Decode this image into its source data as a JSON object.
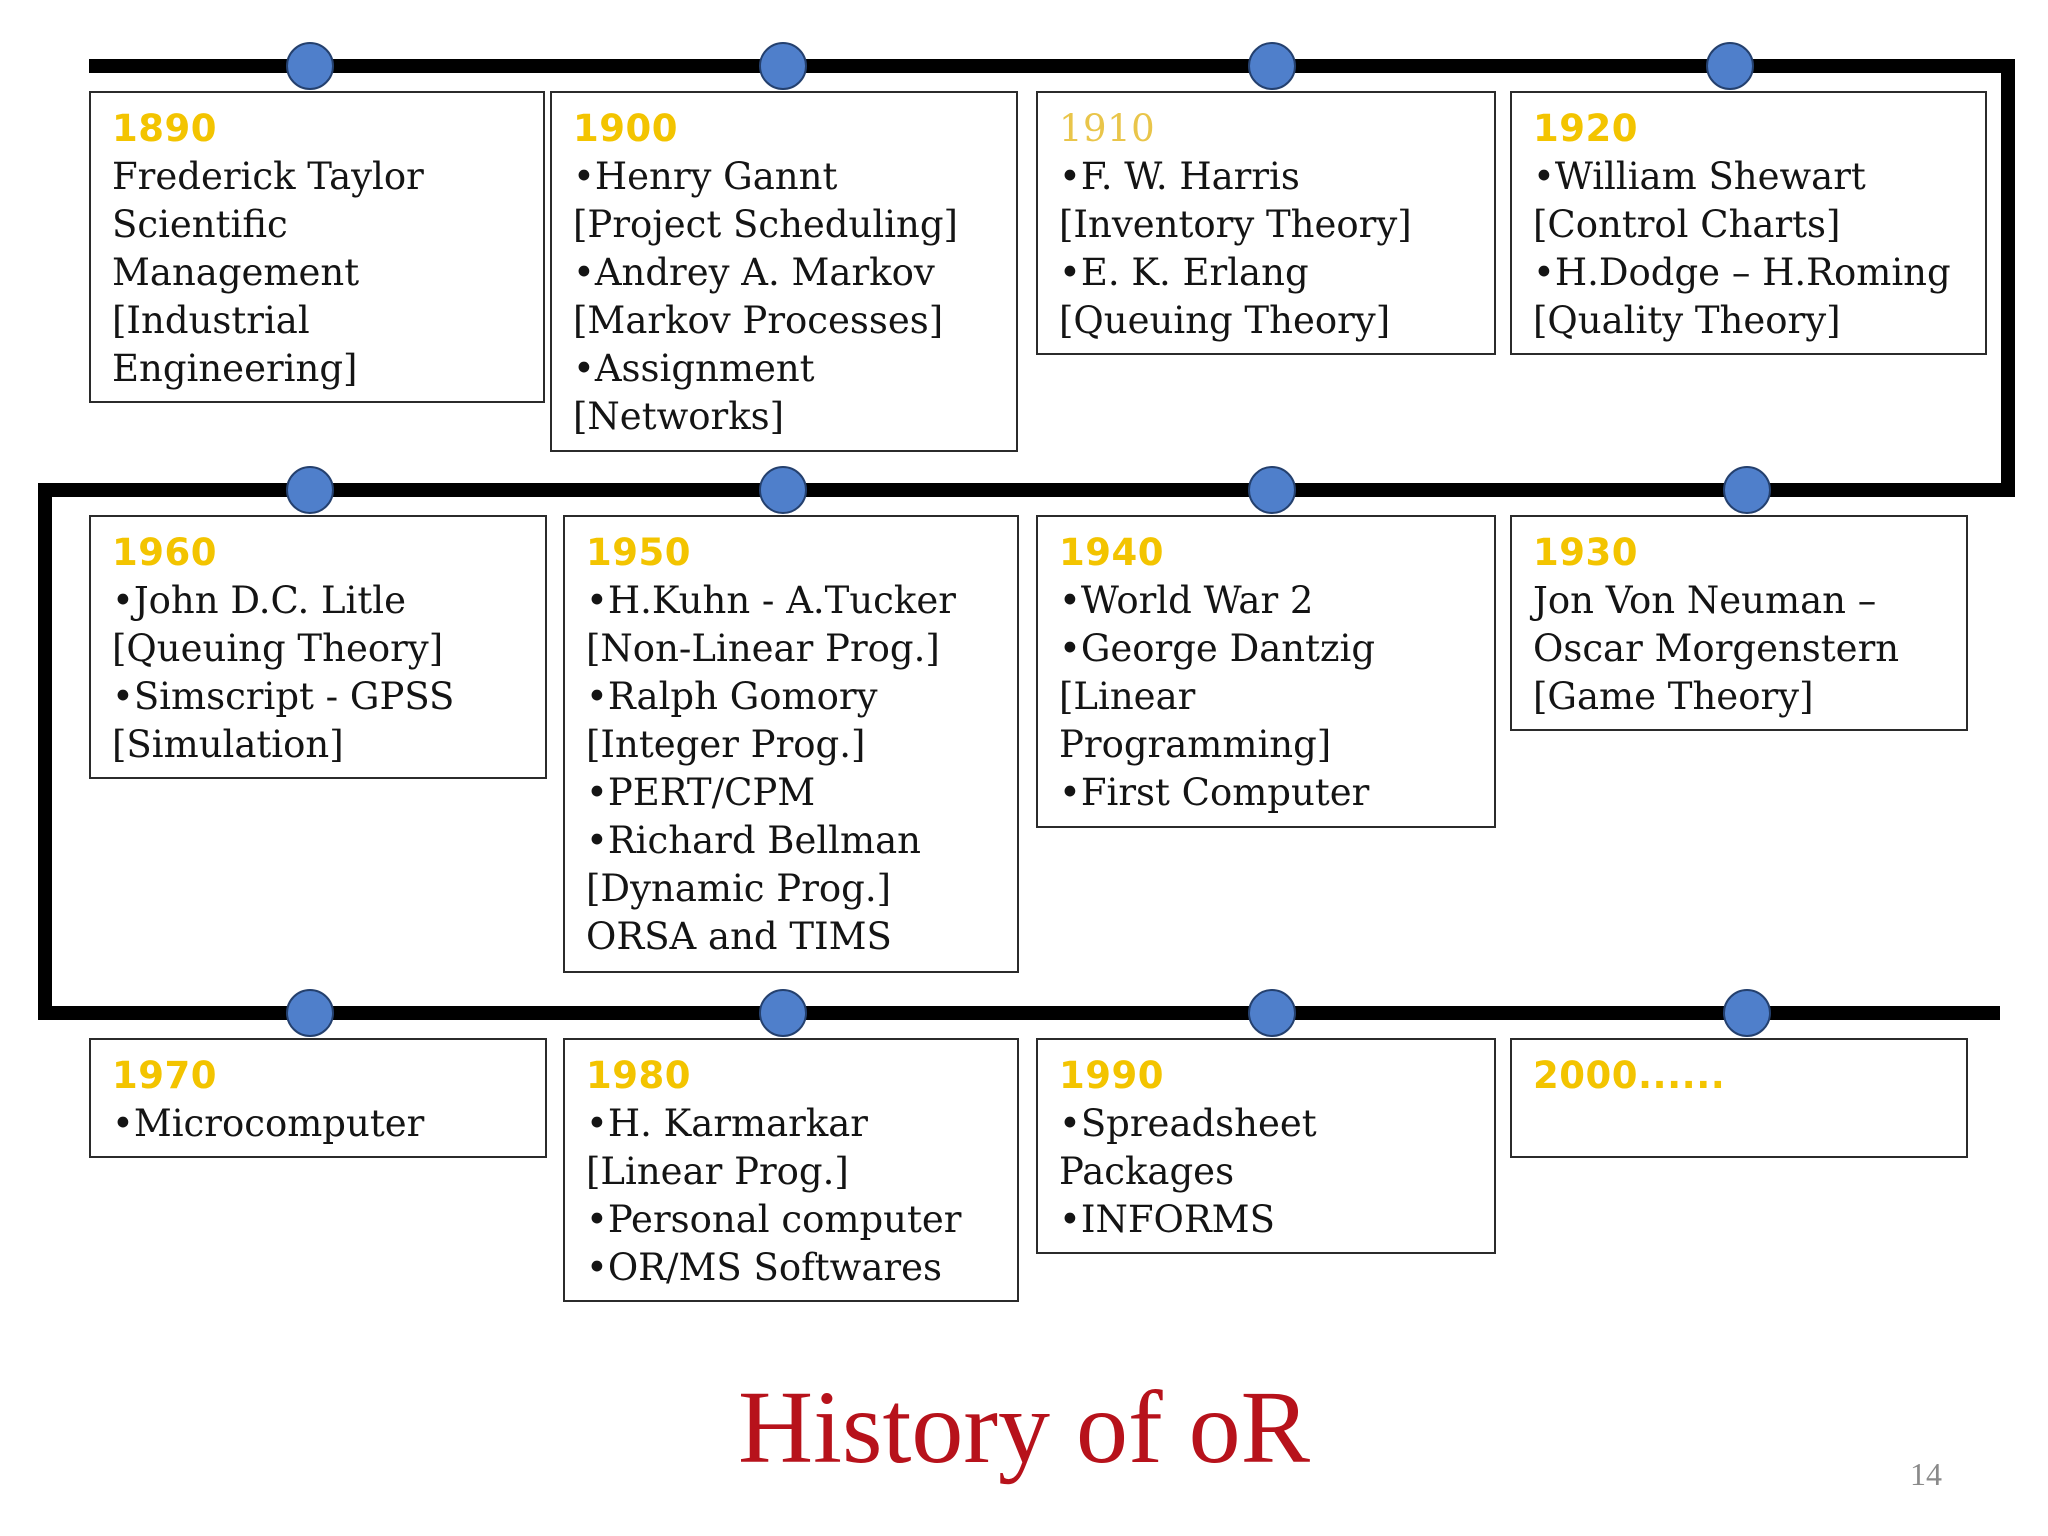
{
  "timeline": {
    "colors": {
      "line": "#000000",
      "node": "#4f7fcb",
      "node_border": "#24406e",
      "year": "#f3c400",
      "title": "#b7121b"
    },
    "entries": [
      {
        "year": "1890",
        "lines": [
          "Frederick Taylor",
          "Scientific",
          "Management",
          "[Industrial",
          "Engineering]"
        ]
      },
      {
        "year": "1900",
        "lines": [
          "•Henry Gannt",
          "[Project Scheduling]",
          "•Andrey A. Markov",
          "[Markov Processes]",
          "•Assignment",
          "[Networks]"
        ]
      },
      {
        "year": "1910",
        "lines": [
          "•F. W. Harris",
          "[Inventory Theory]",
          "•E. K. Erlang",
          "[Queuing Theory]"
        ]
      },
      {
        "year": "1920",
        "lines": [
          "•William Shewart",
          "[Control Charts]",
          "•H.Dodge – H.Roming",
          "[Quality Theory]"
        ]
      },
      {
        "year": "1960",
        "lines": [
          "•John D.C. Litle",
          "[Queuing Theory]",
          "•Simscript - GPSS",
          "[Simulation]"
        ]
      },
      {
        "year": "1950",
        "lines": [
          "•H.Kuhn - A.Tucker",
          "[Non-Linear Prog.]",
          "•Ralph Gomory",
          "[Integer Prog.]",
          "•PERT/CPM",
          "•Richard Bellman",
          "[Dynamic Prog.]",
          "ORSA and TIMS"
        ]
      },
      {
        "year": "1940",
        "lines": [
          "•World War 2",
          "•George Dantzig",
          "[Linear",
          "Programming]",
          "•First Computer"
        ]
      },
      {
        "year": "1930",
        "lines": [
          "Jon Von Neuman –",
          "Oscar Morgenstern",
          "[Game Theory]"
        ]
      },
      {
        "year": "1970",
        "lines": [
          "•Microcomputer"
        ]
      },
      {
        "year": "1980",
        "lines": [
          "•H. Karmarkar",
          "[Linear Prog.]",
          "•Personal computer",
          "•OR/MS Softwares"
        ]
      },
      {
        "year": "1990",
        "lines": [
          "•Spreadsheet",
          "Packages",
          "•INFORMS"
        ]
      },
      {
        "year": "2000......",
        "lines": []
      }
    ]
  },
  "title": "History of oR",
  "page_number": "14"
}
